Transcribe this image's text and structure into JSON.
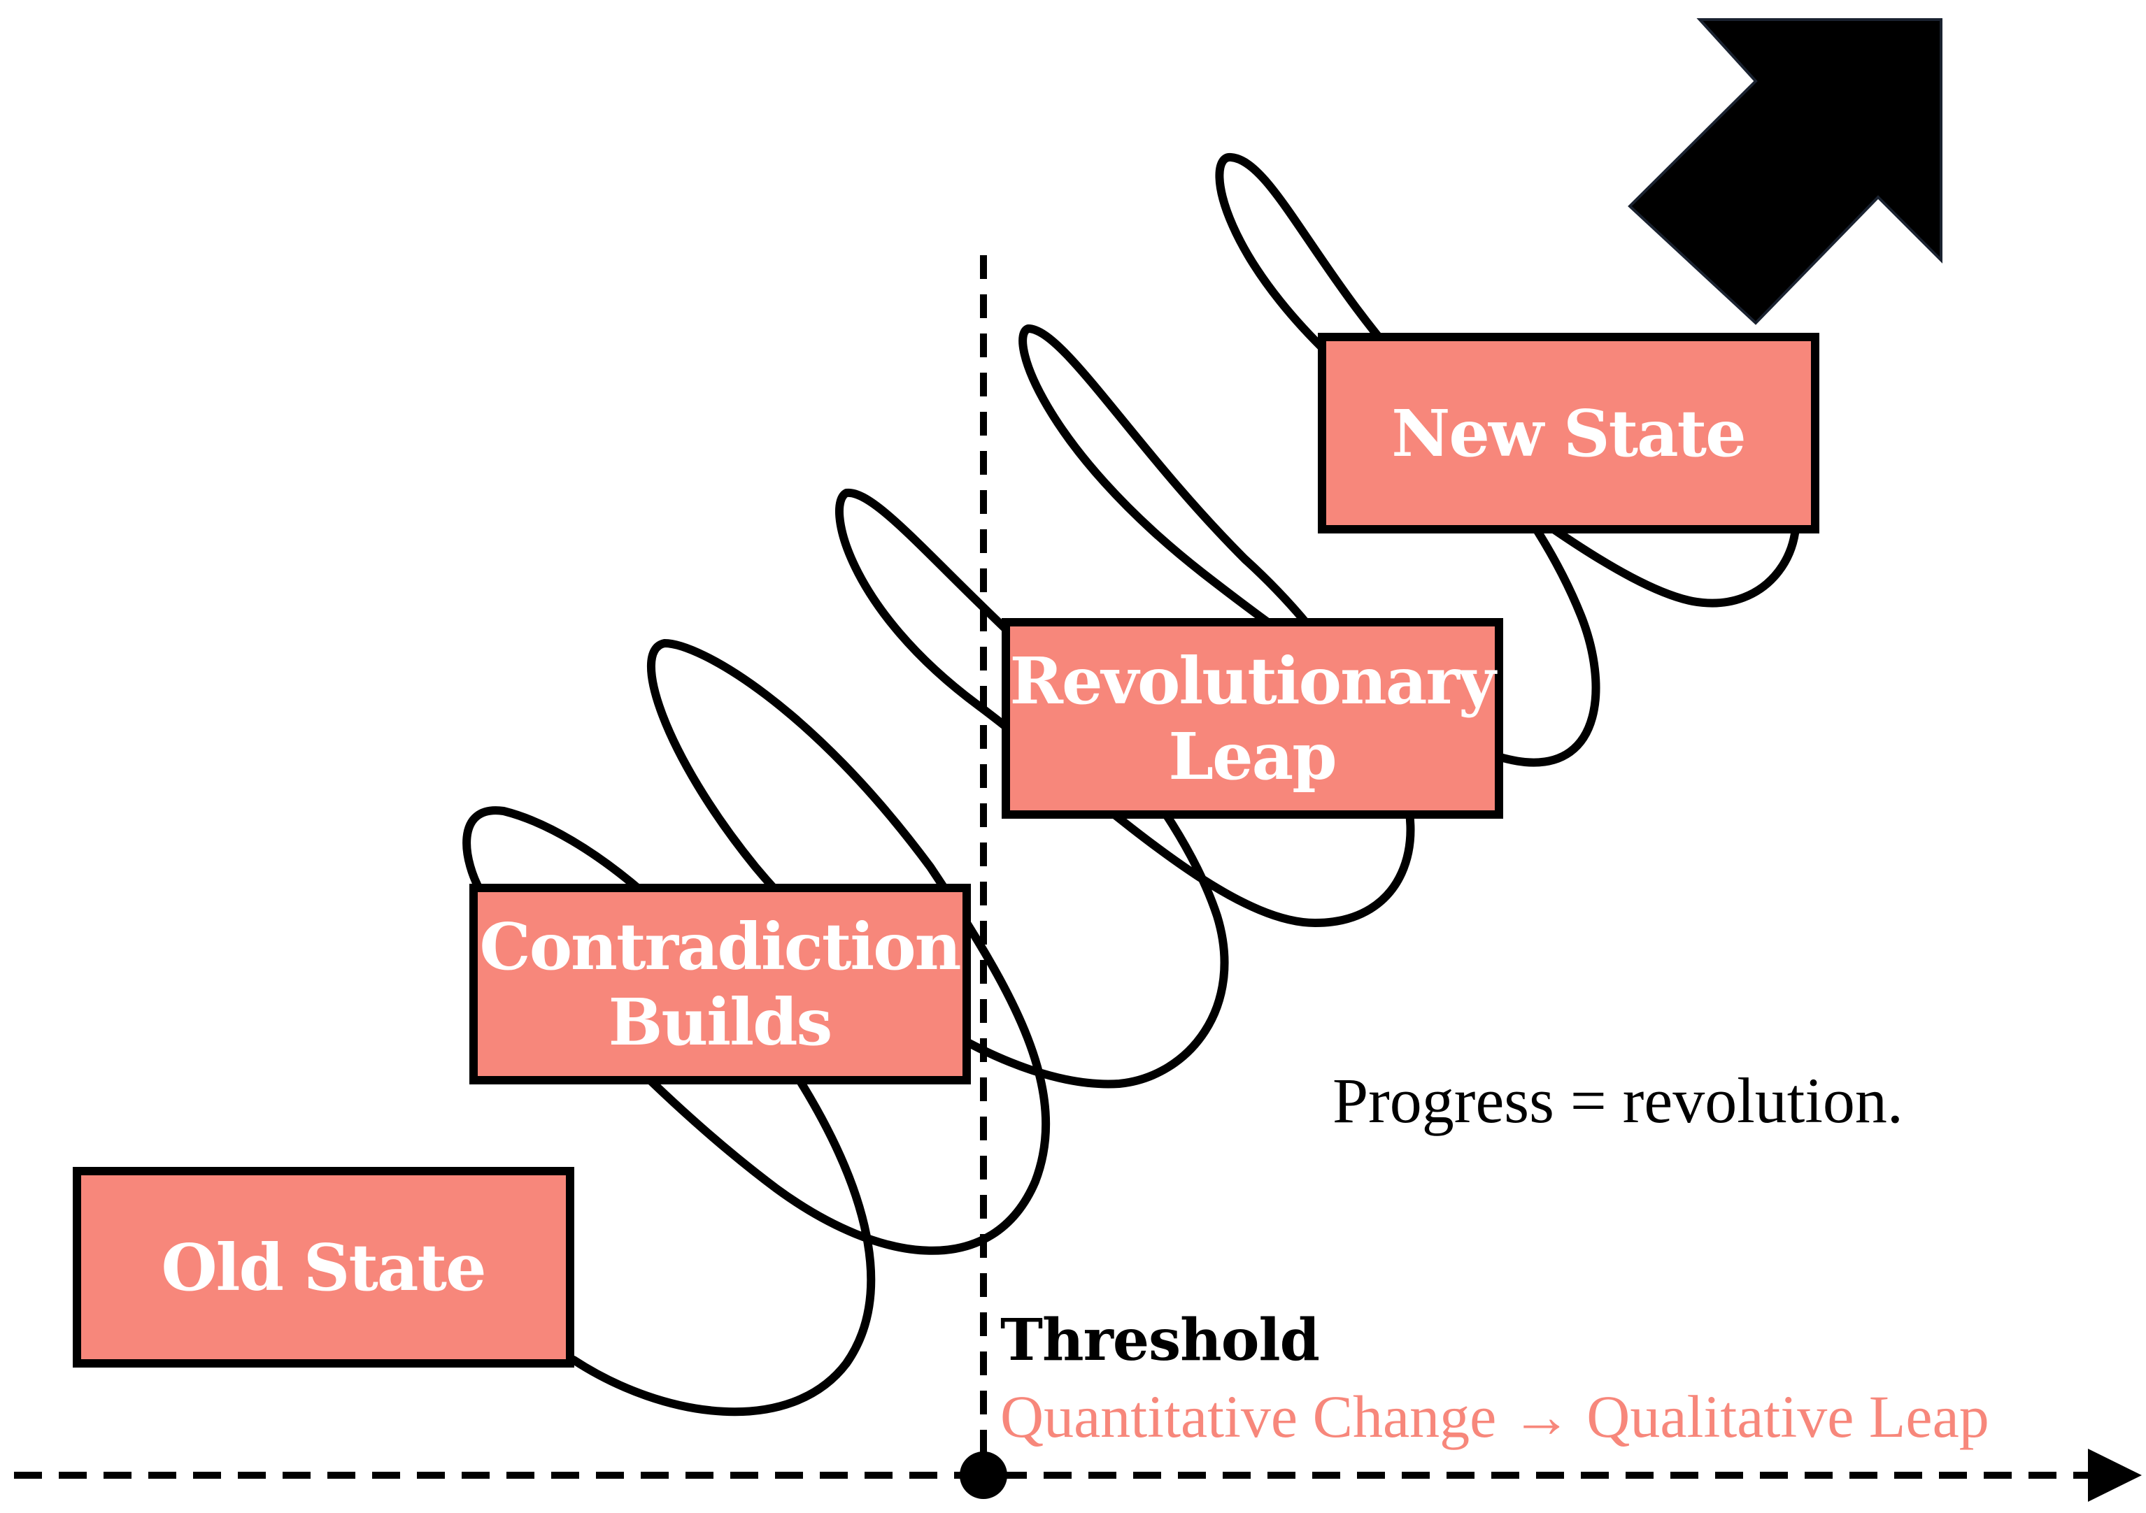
{
  "colors": {
    "box_fill": "#f7877b",
    "stroke": "#000000",
    "subtitle": "#f7877b",
    "arrow": "#000000"
  },
  "boxes": {
    "old_state": "Old State",
    "contradiction": [
      "Contradiction",
      "Builds"
    ],
    "revolutionary": [
      "Revolutionary",
      "Leap"
    ],
    "new_state": "New State"
  },
  "note": "Progress = revolution.",
  "threshold": {
    "title": "Threshold",
    "subtitle": "Quantitative Change → Qualitative Leap"
  },
  "icons": {
    "up_arrow": "diagonal-up-right-arrow-icon",
    "axis_arrow": "right-arrowhead-icon"
  }
}
